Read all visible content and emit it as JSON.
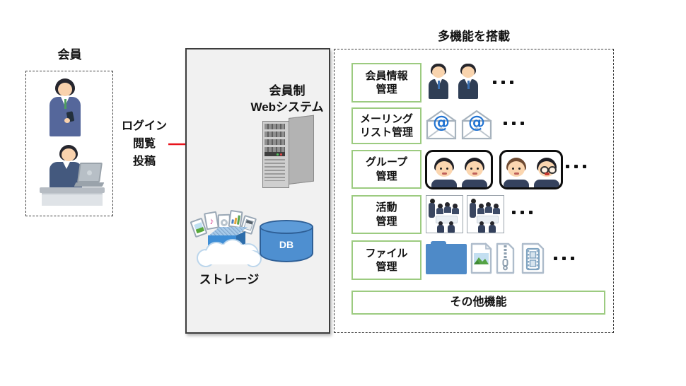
{
  "colors": {
    "accent_green": "#9ccb80",
    "arrow_red": "#e8131c",
    "db_blue": "#4e8fd0",
    "folder_blue": "#4e8ac8",
    "panel_gray": "#f1f1f1"
  },
  "members": {
    "title": "会員"
  },
  "flow": {
    "actions": "ログイン\n閲覧\n投稿"
  },
  "system": {
    "name": "会員制\nWebシステム",
    "storage_label": "ストレージ",
    "db_label": "DB"
  },
  "features": {
    "title": "多機能を搭載",
    "rows": [
      {
        "label": "会員情報\n管理"
      },
      {
        "label": "メーリング\nリスト管理"
      },
      {
        "label": "グループ\n管理"
      },
      {
        "label": "活動\n管理"
      },
      {
        "label": "ファイル\n管理"
      }
    ],
    "other": "その他機能",
    "ellipsis": "・・・"
  }
}
